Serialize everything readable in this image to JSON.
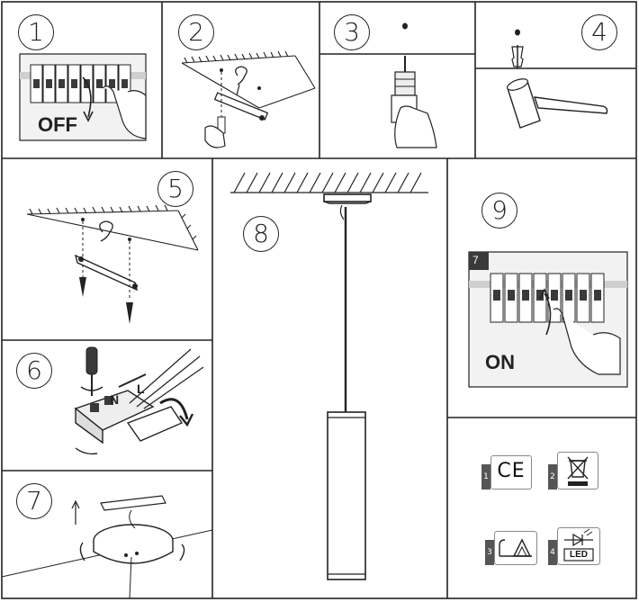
{
  "steps": {
    "s1": {
      "number": "1",
      "label": "OFF"
    },
    "s2": {
      "number": "2"
    },
    "s3": {
      "number": "3"
    },
    "s4": {
      "number": "4"
    },
    "s5": {
      "number": "5"
    },
    "s6": {
      "number": "6",
      "terminal_n": "N",
      "terminal_l": "L"
    },
    "s7": {
      "number": "7"
    },
    "s8": {
      "number": "8"
    },
    "s9": {
      "number": "9",
      "tag": "7",
      "label": "ON"
    }
  },
  "certifications": [
    {
      "index": "1",
      "mark": "CE",
      "icon": "ce-mark"
    },
    {
      "index": "2",
      "icon": "weee-crossed-bin"
    },
    {
      "index": "3",
      "icon": "class-ii-triangle"
    },
    {
      "index": "4",
      "icon": "led-diode",
      "text": "LED"
    }
  ],
  "colors": {
    "line": "#222222",
    "breaker_dark": "#3a3a3a",
    "panel_grey": "#e6e6e6"
  }
}
